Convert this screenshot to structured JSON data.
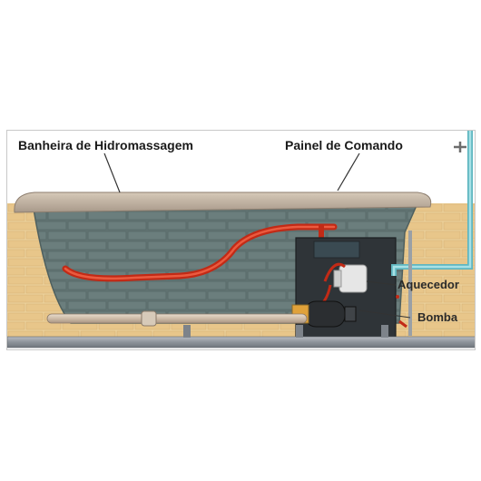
{
  "labels": {
    "bathtub": "Banheira de Hidromassagem",
    "control_panel": "Painel de Comando",
    "heater": "Aquecedor",
    "pump": "Bomba"
  },
  "colors": {
    "wall_brick": "#e8c98a",
    "tub_body": "#607372",
    "tub_rim": "#c8b9a8",
    "hot_pipe": "#d9361e",
    "water_pipe": "#8fd0d6",
    "floor": "#8a8f96"
  }
}
